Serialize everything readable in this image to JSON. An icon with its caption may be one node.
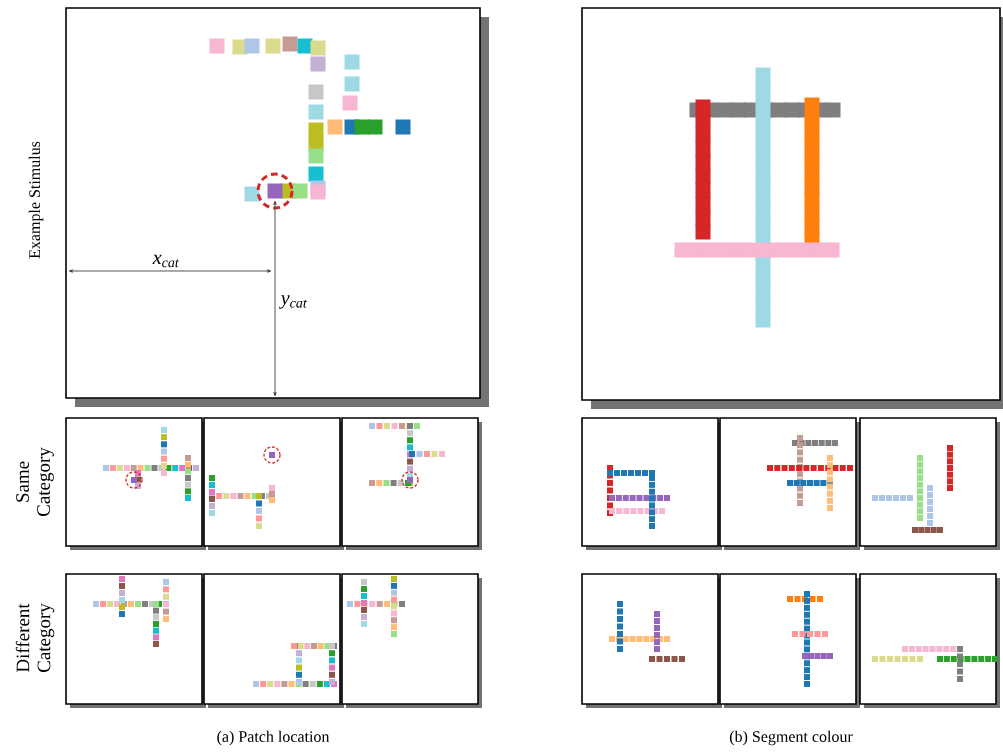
{
  "diagram": {
    "labels": [
      "Example Stimulus",
      "x$_{cat}$",
      "y$_{cat}$",
      "Same Category",
      "Different Category",
      "(a) Patch location",
      "(b) Segment colour"
    ]
  }
}
